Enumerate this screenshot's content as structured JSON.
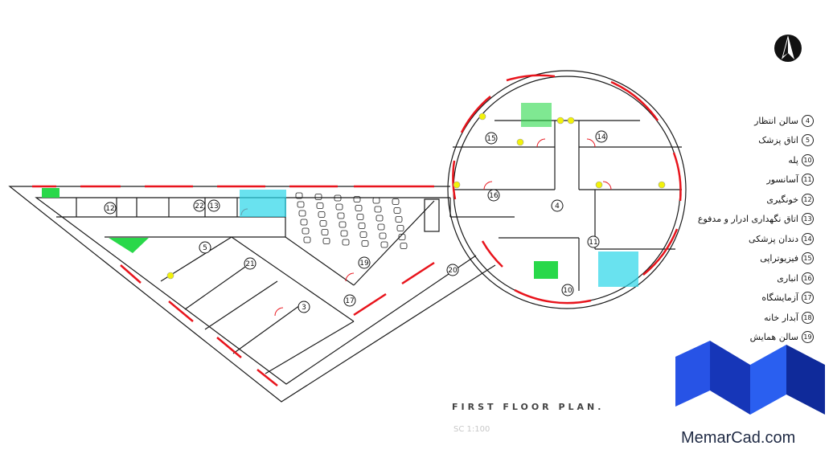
{
  "plan": {
    "title": "FIRST FLOOR PLAN.",
    "scale": "SC 1:100",
    "room_numbers": [
      "3",
      "4",
      "5",
      "10",
      "11",
      "12",
      "13",
      "14",
      "15",
      "16",
      "17",
      "19",
      "20",
      "21",
      "22"
    ]
  },
  "legend": [
    {
      "num": "4",
      "label": "سالن انتظار"
    },
    {
      "num": "5",
      "label": "اتاق پزشک"
    },
    {
      "num": "10",
      "label": "پله"
    },
    {
      "num": "11",
      "label": "آسانسور"
    },
    {
      "num": "12",
      "label": "خونگیری"
    },
    {
      "num": "13",
      "label": "اتاق نگهداری ادرار و مدفوع"
    },
    {
      "num": "14",
      "label": "دندان پزشکی"
    },
    {
      "num": "15",
      "label": "فیزیوتراپی"
    },
    {
      "num": "16",
      "label": "انباری"
    },
    {
      "num": "17",
      "label": "آزمایشگاه"
    },
    {
      "num": "18",
      "label": "آبدار خانه"
    },
    {
      "num": "19",
      "label": "سالن همایش"
    }
  ],
  "brand": {
    "name": "MemarCad.com"
  },
  "colors": {
    "wall": "#1a1a1a",
    "window": "#e8141c",
    "door": "#e8141c",
    "accent_green": "#29d84a",
    "accent_cyan": "#2ad6e8",
    "accent_yellow": "#f2f20a",
    "logo_blue": "#1d3fd8"
  }
}
